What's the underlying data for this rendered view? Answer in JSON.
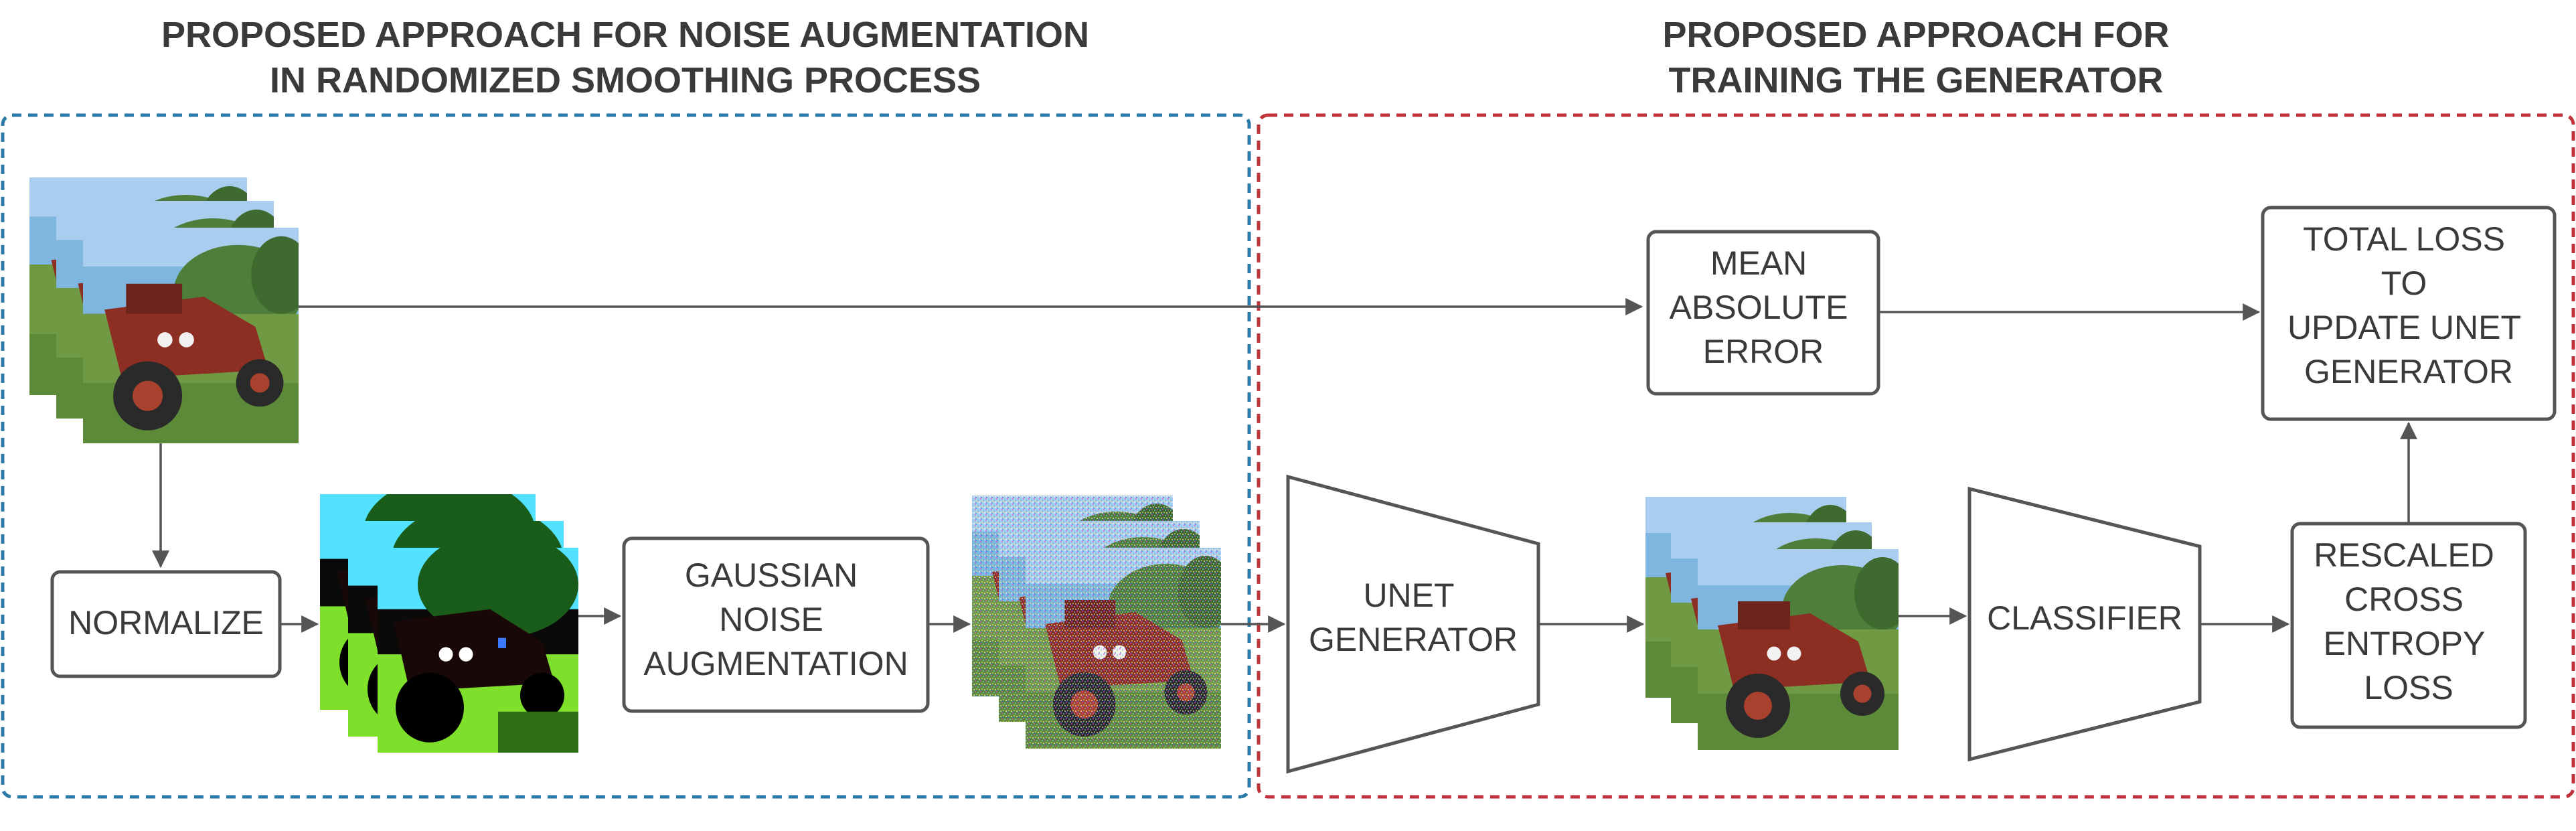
{
  "titles": {
    "left_line1": "PROPOSED APPROACH FOR NOISE AUGMENTATION",
    "left_line2": "IN RANDOMIZED SMOOTHING PROCESS",
    "right_line1": "PROPOSED APPROACH FOR",
    "right_line2": "TRAINING THE GENERATOR"
  },
  "nodes": {
    "normalize": [
      "NORMALIZE"
    ],
    "gaussian": [
      "GAUSSIAN",
      "NOISE",
      "AUGMENTATION"
    ],
    "unet": [
      "UNET",
      "GENERATOR"
    ],
    "classifier": [
      "CLASSIFIER"
    ],
    "cross_entropy": [
      "RESCALED",
      "CROSS",
      "ENTROPY",
      "LOSS"
    ],
    "mae": [
      "MEAN",
      "ABSOLUTE",
      "ERROR"
    ],
    "total_loss": [
      "TOTAL LOSS",
      "TO",
      "UPDATE UNET",
      "GENERATOR"
    ]
  },
  "colors": {
    "left_border": "#2a7aa8",
    "right_border": "#c0323a",
    "stroke": "#555555",
    "text": "#3a3a3a"
  },
  "image_stacks": {
    "original": "tractor photo stack",
    "normalized": "normalized tractor photo stack",
    "noisy": "noisy tractor photo stack",
    "reconstructed": "reconstructed tractor photo stack"
  }
}
